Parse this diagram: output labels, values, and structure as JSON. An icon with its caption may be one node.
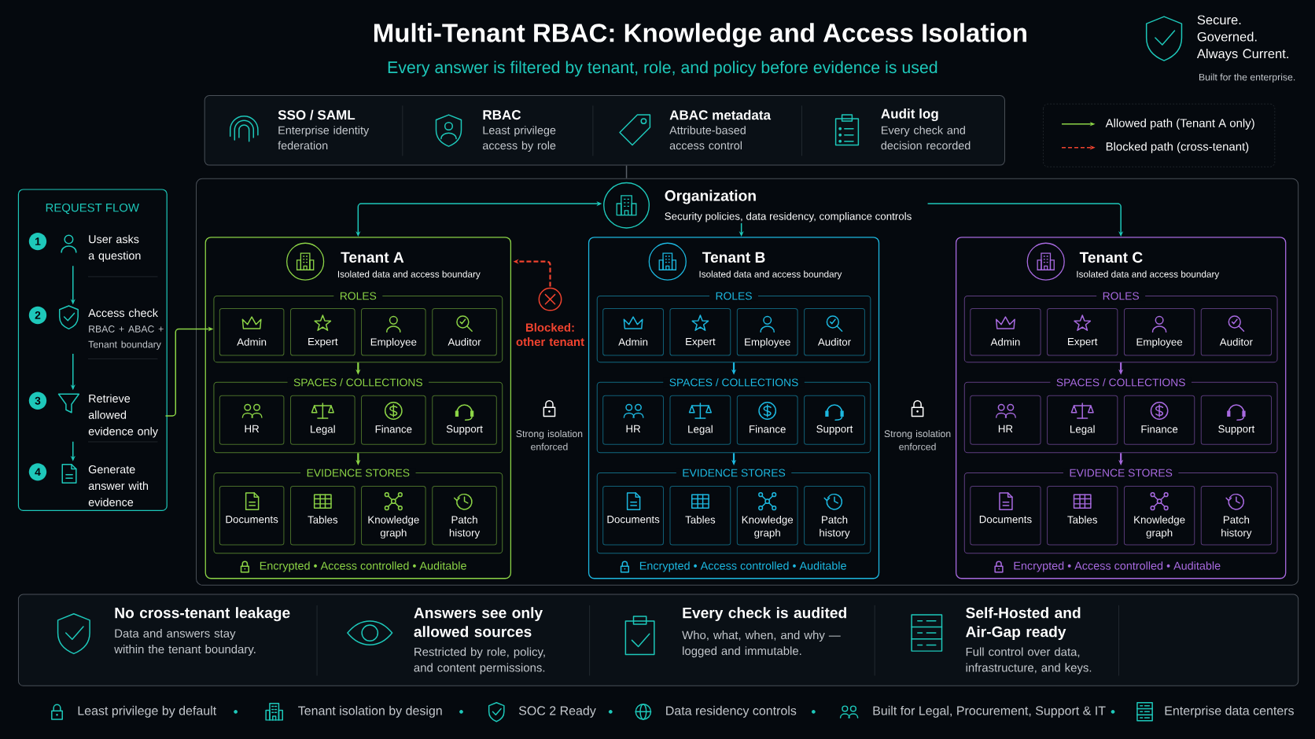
{
  "diagram": {
    "title": "Multi-Tenant RBAC: Knowledge and Access Isolation",
    "nodes": [
      {
        "text": [
          "SSO / SAML",
          "Enterprise identity federation",
          "RBAC",
          "Least privilege access by role",
          "ABAC metadata",
          "Attribute-based access control",
          "Audit log",
          "Every check and decision recorded"
        ]
      },
      {
        "text": [
          "REQUEST FLOW"
        ]
      },
      {
        "text": [
          "User asks a question"
        ],
        "in": 1,
        "beside": [
          "1"
        ]
      },
      {
        "text": [
          "Access check",
          "RBAC + ABAC + Tenant boundary"
        ],
        "in": 1,
        "beside": [
          "2"
        ]
      },
      {
        "text": [
          "Retrieve allowed evidence only"
        ],
        "in": 1,
        "beside": [
          "3"
        ]
      },
      {
        "text": [
          "Generate answer with evidence"
        ],
        "in": 1,
        "beside": [
          "4"
        ]
      },
      {
        "text": [],
        "shape": "box"
      },
      {
        "text": [
          "Organization",
          "Security policies, data residency, compliance controls"
        ],
        "in": 6
      },
      {
        "text": [
          "Tenant A",
          "Isolated data and access boundary",
          "Encrypted • Access controlled • Auditable"
        ],
        "in": 6
      },
      {
        "text": [
          "ROLES"
        ],
        "in": 8
      },
      {
        "text": [
          "Admin"
        ],
        "in": 9
      },
      {
        "text": [
          "Expert"
        ],
        "in": 9
      },
      {
        "text": [
          "Employee"
        ],
        "in": 9
      },
      {
        "text": [
          "Auditor"
        ],
        "in": 9
      },
      {
        "text": [
          "SPACES / COLLECTIONS"
        ],
        "in": 8
      },
      {
        "text": [
          "HR"
        ],
        "in": 14
      },
      {
        "text": [
          "Legal"
        ],
        "in": 14
      },
      {
        "text": [
          "Finance"
        ],
        "in": 14
      },
      {
        "text": [
          "Support"
        ],
        "in": 14
      },
      {
        "text": [
          "EVIDENCE STORES"
        ],
        "in": 8
      },
      {
        "text": [
          "Documents"
        ],
        "in": 19
      },
      {
        "text": [
          "Tables"
        ],
        "in": 19
      },
      {
        "text": [
          "Knowledge graph"
        ],
        "in": 19
      },
      {
        "text": [
          "Patch history"
        ],
        "in": 19
      },
      {
        "text": [
          "Tenant B",
          "Isolated data and access boundary",
          "Encrypted • Access controlled • Auditable"
        ],
        "in": 6
      },
      {
        "text": [
          "ROLES"
        ],
        "in": 24
      },
      {
        "text": [
          "Admin"
        ],
        "in": 25
      },
      {
        "text": [
          "Expert"
        ],
        "in": 25
      },
      {
        "text": [
          "Employee"
        ],
        "in": 25
      },
      {
        "text": [
          "Auditor"
        ],
        "in": 25
      },
      {
        "text": [
          "SPACES / COLLECTIONS"
        ],
        "in": 24
      },
      {
        "text": [
          "HR"
        ],
        "in": 30
      },
      {
        "text": [
          "Legal"
        ],
        "in": 30
      },
      {
        "text": [
          "Finance"
        ],
        "in": 30
      },
      {
        "text": [
          "Support"
        ],
        "in": 30
      },
      {
        "text": [
          "EVIDENCE STORES"
        ],
        "in": 24
      },
      {
        "text": [
          "Documents"
        ],
        "in": 35
      },
      {
        "text": [
          "Tables"
        ],
        "in": 35
      },
      {
        "text": [
          "Knowledge graph"
        ],
        "in": 35
      },
      {
        "text": [
          "Patch history"
        ],
        "in": 35
      },
      {
        "text": [
          "Tenant C",
          "Isolated data and access boundary",
          "Encrypted • Access controlled • Auditable"
        ],
        "in": 6
      },
      {
        "text": [
          "ROLES"
        ],
        "in": 40
      },
      {
        "text": [
          "Admin"
        ],
        "in": 41
      },
      {
        "text": [
          "Expert"
        ],
        "in": 41
      },
      {
        "text": [
          "Employee"
        ],
        "in": 41
      },
      {
        "text": [
          "Auditor"
        ],
        "in": 41
      },
      {
        "text": [
          "SPACES / COLLECTIONS"
        ],
        "in": 40
      },
      {
        "text": [
          "HR"
        ],
        "in": 46
      },
      {
        "text": [
          "Legal"
        ],
        "in": 46
      },
      {
        "text": [
          "Finance"
        ],
        "in": 46
      },
      {
        "text": [
          "Support"
        ],
        "in": 46
      },
      {
        "text": [
          "EVIDENCE STORES"
        ],
        "in": 40
      },
      {
        "text": [
          "Documents"
        ],
        "in": 51
      },
      {
        "text": [
          "Tables"
        ],
        "in": 51
      },
      {
        "text": [
          "Knowledge graph"
        ],
        "in": 51
      },
      {
        "text": [
          "Patch history"
        ],
        "in": 51
      },
      {
        "text": [
          "Blocked: other tenant"
        ],
        "in": 6
      }
    ],
    "edges": [
      {
        "from": 0,
        "to": 6,
        "arrow": "none",
        "color": "#5a6068"
      },
      {
        "from": 2,
        "to": 3,
        "arrow": "to"
      },
      {
        "from": 3,
        "to": 4,
        "arrow": "to"
      },
      {
        "from": 4,
        "to": 5,
        "arrow": "to"
      },
      {
        "from": 4,
        "to": 9,
        "arrow": "to",
        "color": "#8cd446"
      },
      {
        "from": 8,
        "to": 7,
        "arrow": "both"
      },
      {
        "from": 7,
        "to": 24,
        "arrow": "to"
      },
      {
        "from": 7,
        "to": 40,
        "arrow": "to"
      },
      {
        "from": 56,
        "to": 8,
        "arrow": "to",
        "style": "dashed",
        "color": "#f0432f"
      },
      {
        "from": 9,
        "to": 14,
        "arrow": "to",
        "color": "#8cd446"
      },
      {
        "from": 14,
        "to": 19,
        "arrow": "to",
        "color": "#8cd446"
      },
      {
        "from": 25,
        "to": 30,
        "arrow": "to",
        "color": "#1db8e0"
      },
      {
        "from": 30,
        "to": 35,
        "arrow": "to",
        "color": "#1db8e0"
      },
      {
        "from": 41,
        "to": 46,
        "arrow": "to",
        "color": "#a86ae0"
      },
      {
        "from": 46,
        "to": 51,
        "arrow": "to",
        "color": "#a86ae0"
      }
    ],
    "labels": [
      "Every answer is filtered by tenant, role, and policy before evidence is used",
      "Secure. Governed. Always Current.",
      "Built for the enterprise.",
      "Strong isolation enforced",
      "Strong isolation enforced",
      "No cross-tenant leakage",
      "Data and answers stay within the tenant boundary.",
      "Answers see only allowed sources",
      "Restricted by role, policy, and content permissions.",
      "Every check is audited",
      "Who, what, when, and why — logged and immutable.",
      "Self-Hosted and Air-Gap ready",
      "Full control over data, infrastructure, and keys.",
      "Least privilege by default",
      "Tenant isolation by design",
      "SOC 2 Ready",
      "Data residency controls",
      "Built for Legal, Procurement, Support & IT",
      "Enterprise data centers"
    ],
    "legend": [
      {
        "text": "Allowed path (Tenant A only)"
      },
      {
        "text": "Blocked path (cross-tenant)"
      }
    ]
  }
}
